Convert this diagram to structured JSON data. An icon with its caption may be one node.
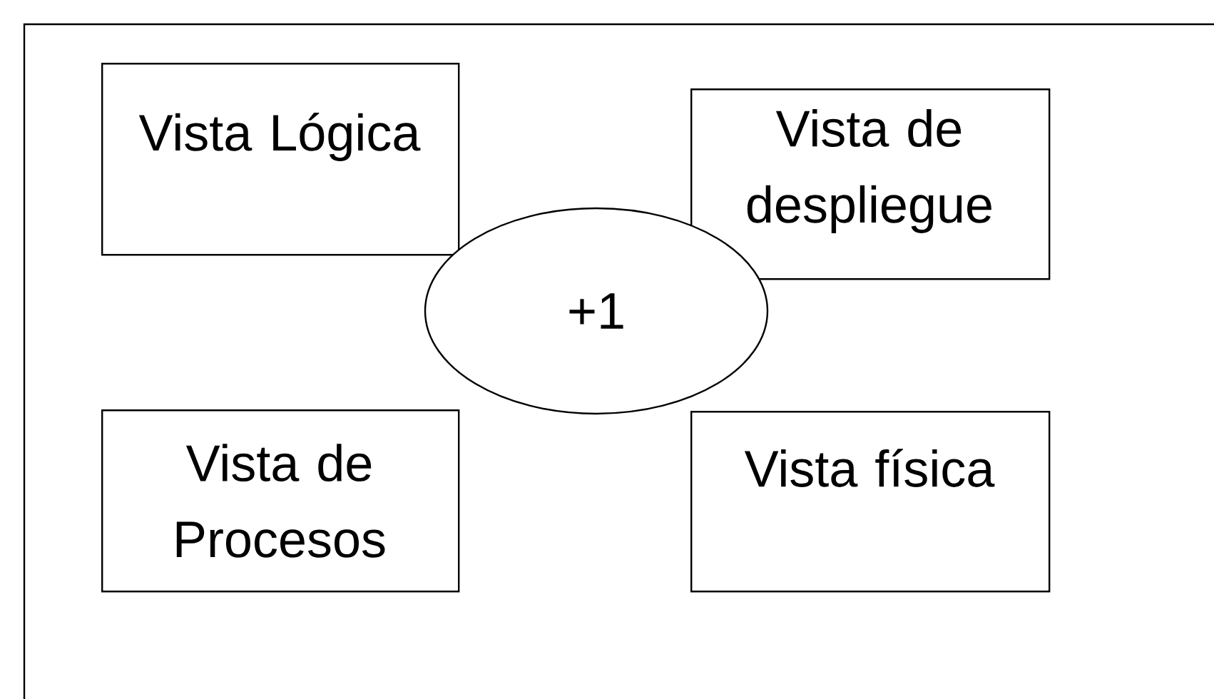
{
  "diagram": {
    "nodes": [
      {
        "text": [
          "Vista Lógica"
        ]
      },
      {
        "text": [
          "Vista de despliegue"
        ]
      },
      {
        "text": [
          "+1"
        ]
      },
      {
        "text": [
          "Vista de Procesos"
        ]
      },
      {
        "text": [
          "Vista física"
        ]
      }
    ]
  }
}
